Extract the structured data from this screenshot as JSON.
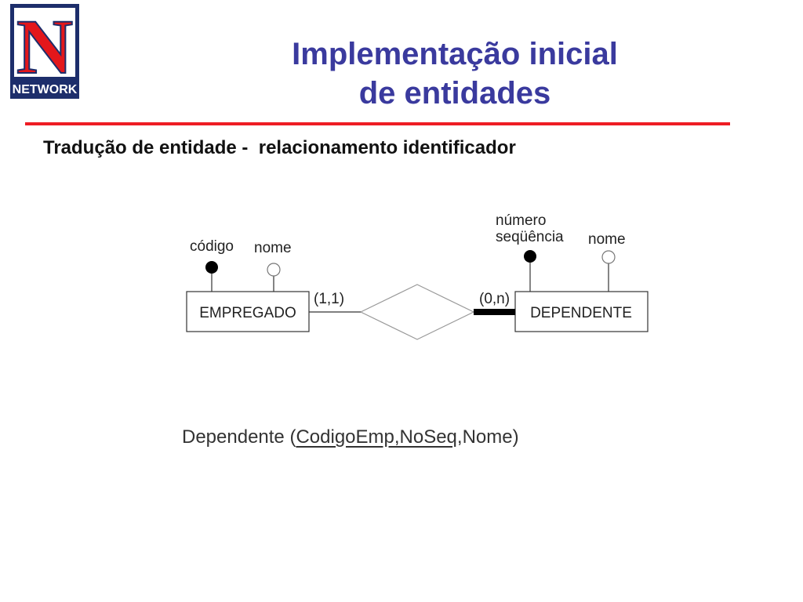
{
  "logo": {
    "letter": "N",
    "word": "NETWORK",
    "colors": {
      "frame": "#1d2e6b",
      "letter": "#e3171b",
      "inner": "#ffffff"
    }
  },
  "title": {
    "line1": "Implementação inicial",
    "line2": "de entidades",
    "color": "#3a3a9e"
  },
  "divider_color": "#ee1c24",
  "subtitle": "Tradução de entidade -  relacionamento identificador",
  "diagram": {
    "entities": [
      {
        "id": "empregado",
        "label": "EMPREGADO"
      },
      {
        "id": "dependente",
        "label": "DEPENDENTE"
      }
    ],
    "attributes": {
      "empregado_codigo": {
        "label": "código",
        "identifier": true
      },
      "empregado_nome": {
        "label": "nome",
        "identifier": false
      },
      "dependente_numero_line1": "número",
      "dependente_numero_line2": "seqüência",
      "dependente_nome": {
        "label": "nome",
        "identifier": false
      }
    },
    "cardinalities": {
      "empregado_side": "(1,1)",
      "dependente_side": "(0,n)"
    }
  },
  "schema": {
    "relation": "Dependente",
    "open": " (",
    "key_part": "CodigoEmp,NoSeq",
    "rest": ",Nome)"
  }
}
